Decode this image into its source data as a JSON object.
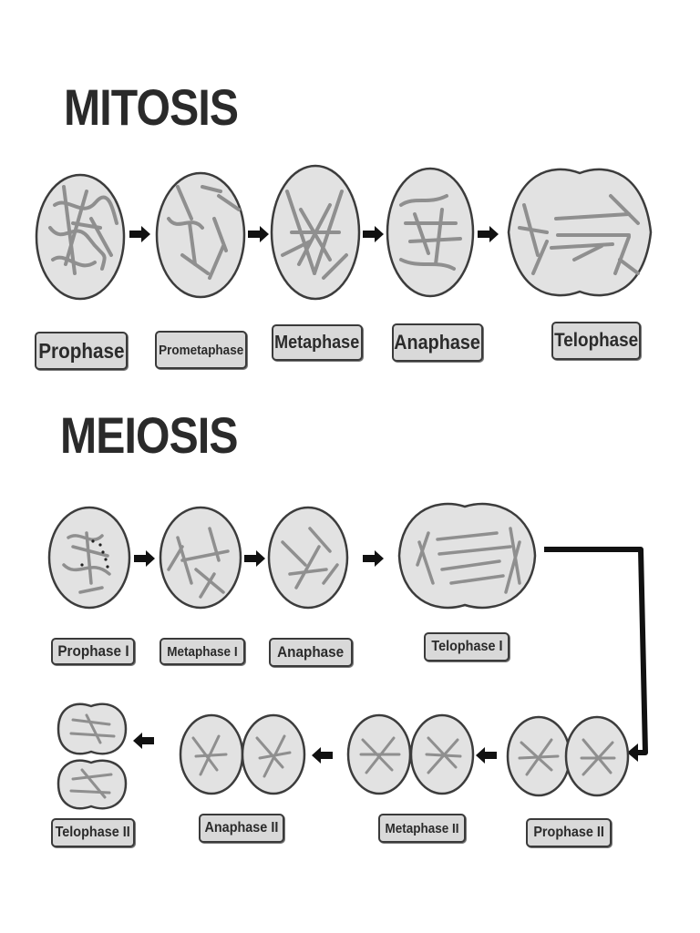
{
  "mitosis": {
    "title": "MITOSIS",
    "stages": [
      "Prophase",
      "Prometaphase",
      "Metaphase",
      "Anaphase",
      "Telophase"
    ]
  },
  "meiosis": {
    "title": "MEIOSIS",
    "row1_stages": [
      "Prophase I",
      "Metaphase I",
      "Anaphase",
      "Telophase I"
    ],
    "row2_stages": [
      "Telophase II",
      "Anaphase II",
      "Metaphase II",
      "Prophase II"
    ]
  },
  "colors": {
    "cell_fill": "#e2e2e2",
    "cell_outline": "#3c3c3c",
    "chromosome": "#8f8f8f",
    "label_fill": "#d9d9d9",
    "arrow": "#111111",
    "title": "#2a2a2a"
  }
}
